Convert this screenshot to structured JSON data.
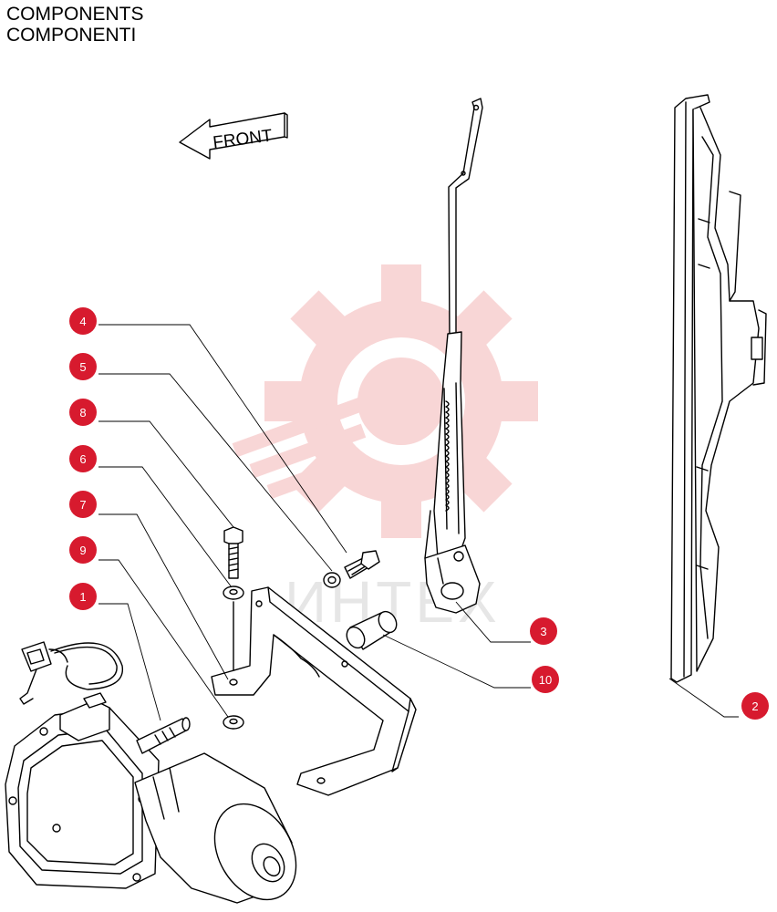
{
  "header": {
    "title_en": "COMPONENTS",
    "title_it": "COMPONENTI"
  },
  "direction_label": "FRONT",
  "watermark": {
    "text": "ИНТЕХ",
    "logo": "gear-icon",
    "color": "#f4b5b5"
  },
  "accent_color": "#d71a2e",
  "callouts": [
    {
      "id": "4",
      "label": "4"
    },
    {
      "id": "5",
      "label": "5"
    },
    {
      "id": "8",
      "label": "8"
    },
    {
      "id": "6",
      "label": "6"
    },
    {
      "id": "7",
      "label": "7"
    },
    {
      "id": "9",
      "label": "9"
    },
    {
      "id": "1",
      "label": "1"
    },
    {
      "id": "3",
      "label": "3"
    },
    {
      "id": "10",
      "label": "10"
    },
    {
      "id": "2",
      "label": "2"
    }
  ]
}
